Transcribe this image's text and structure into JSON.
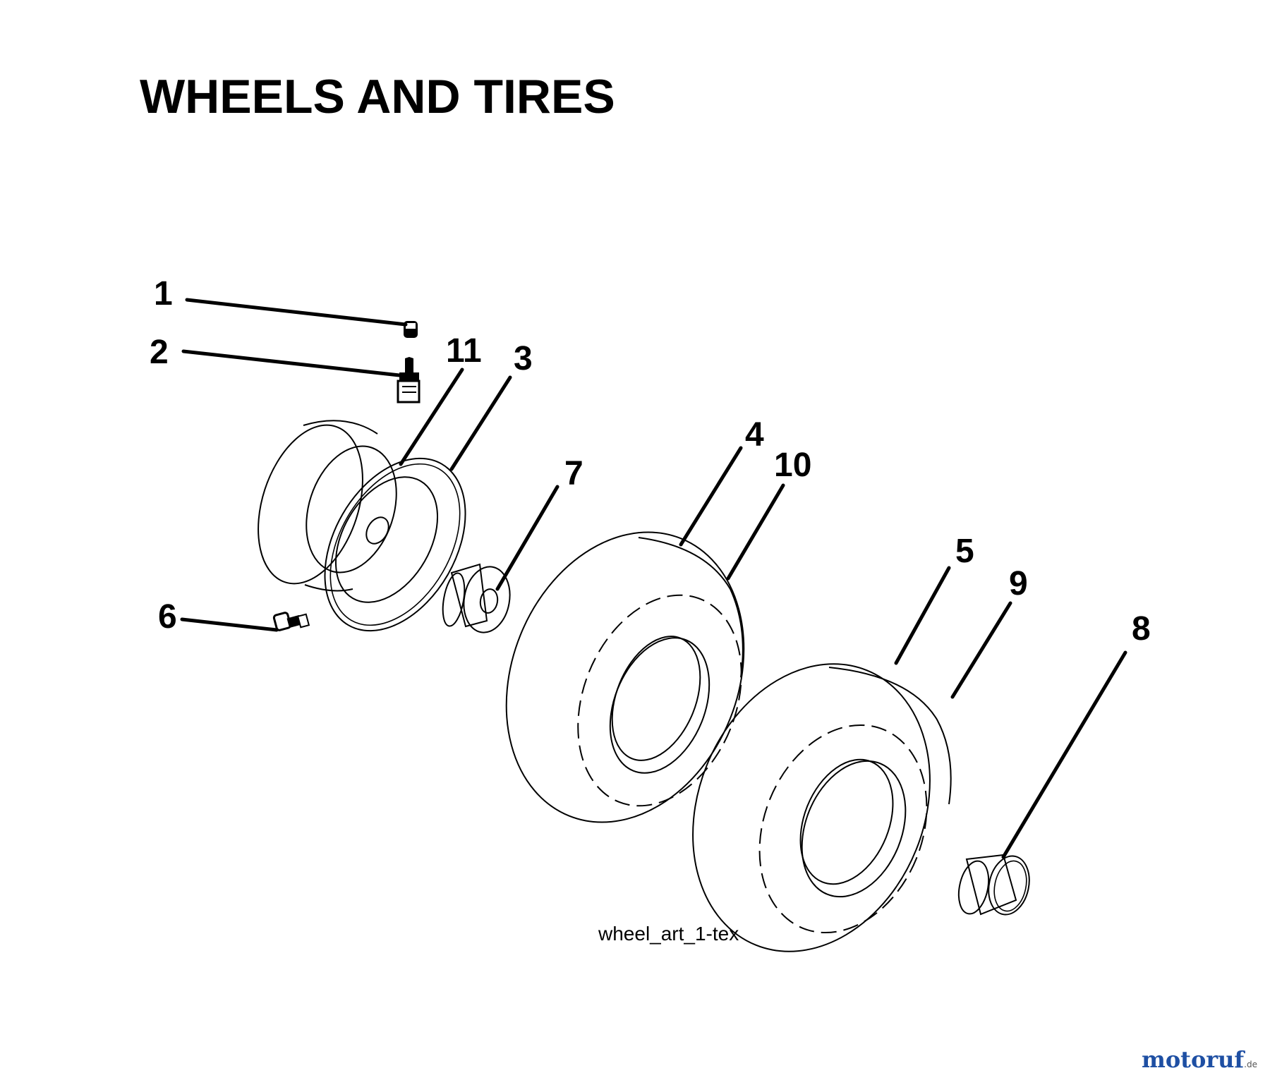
{
  "title": "WHEELS AND TIRES",
  "art_label": "wheel_art_1-tex",
  "callouts": {
    "c1": "1",
    "c2": "2",
    "c3": "3",
    "c4": "4",
    "c5": "5",
    "c6": "6",
    "c7": "7",
    "c8": "8",
    "c9": "9",
    "c10": "10",
    "c11": "11"
  },
  "watermark": {
    "text": "motoruf",
    "tld": ".de"
  }
}
